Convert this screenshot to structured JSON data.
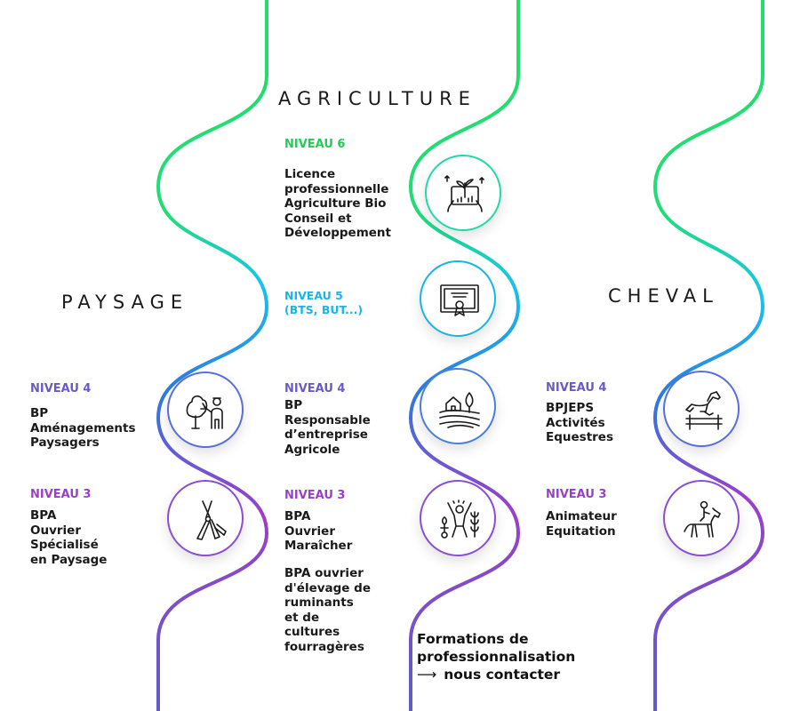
{
  "colors": {
    "green": "#22dd66",
    "cyan": "#19c3ee",
    "blue": "#2b7de0",
    "purple": "#9b3fc9",
    "indigo": "#6a5ed0"
  },
  "headings": {
    "agriculture": "AGRICULTURE",
    "paysage": "PAYSAGE",
    "cheval": "CHEVAL"
  },
  "agriculture": {
    "niveau6": {
      "level": "NIVEAU 6",
      "program": "Licence\nprofessionnelle\nAgriculture Bio\nConseil et\nDéveloppement",
      "icon": "plant-growth-icon"
    },
    "niveau5": {
      "level": "NIVEAU 5\n(BTS, BUT...)",
      "icon": "diploma-icon"
    },
    "niveau4": {
      "level": "NIVEAU 4",
      "program": "BP\nResponsable\nd’entreprise\nAgricole",
      "icon": "farm-landscape-icon"
    },
    "niveau3": {
      "level": "NIVEAU 3",
      "program": "BPA\nOuvrier\nMaraîcher",
      "program2": "BPA ouvrier\nd'élevage de\nruminants\net de\ncultures\nfourragères",
      "icon": "gardener-icon"
    }
  },
  "paysage": {
    "niveau4": {
      "level": "NIVEAU 4",
      "program": "BP\nAménagements\nPaysagers",
      "icon": "tree-trimming-icon"
    },
    "niveau3": {
      "level": "NIVEAU 3",
      "program": "BPA\nOuvrier\nSpécialisé\nen Paysage",
      "icon": "pruning-shears-icon"
    }
  },
  "cheval": {
    "niveau4": {
      "level": "NIVEAU 4",
      "program": "BPJEPS\nActivités\nEquestres",
      "icon": "jumping-horse-icon"
    },
    "niveau3": {
      "level": "NIVEAU 3",
      "program": "Animateur\nEquitation",
      "icon": "rider-icon"
    }
  },
  "contact": {
    "line1": "Formations de",
    "line2": "professionnalisation",
    "arrow": "⟶",
    "line3": "nous contacter"
  }
}
